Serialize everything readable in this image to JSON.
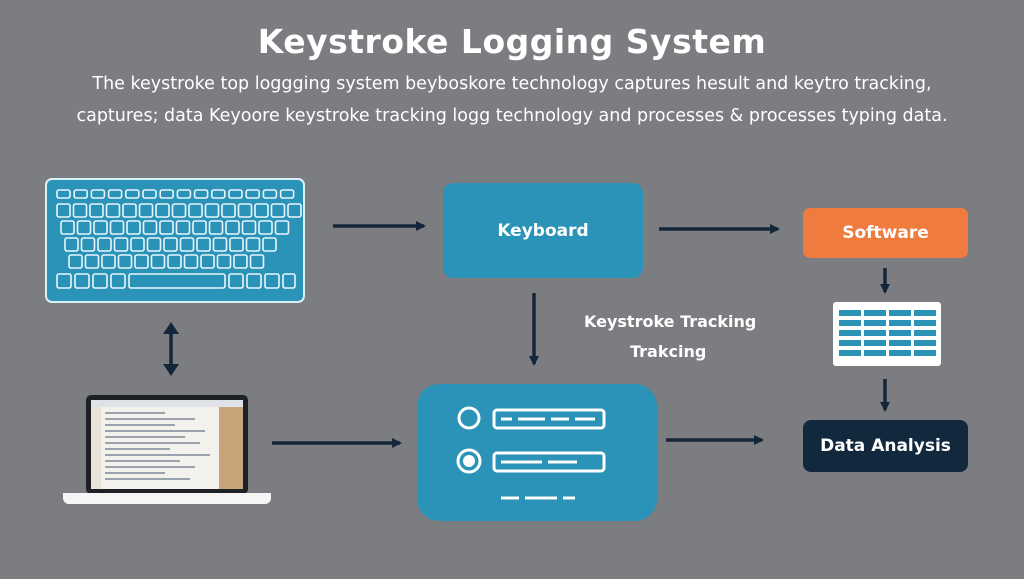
{
  "title": "Keystroke Logging System",
  "subtitle": {
    "line1": "The keystroke top loggging system beyboskore technology captures hesult and keytro tracking,",
    "line2": "captures; data Keyoore keystroke tracking logg technology and processes & processes typing data."
  },
  "nodes": {
    "keyboard": "Keyboard",
    "software": "Software",
    "data_analysis": "Data Analysis",
    "tracking_label_1": "Keystroke Tracking",
    "tracking_label_2": "Trakcing"
  },
  "icons": {
    "keyboard_device": "keyboard-icon",
    "laptop": "laptop-icon",
    "table": "spreadsheet-icon",
    "form": "form-icon"
  },
  "colors": {
    "background": "#7b7d80",
    "teal": "#2a93b7",
    "orange": "#f07b3f",
    "navy": "#12283d",
    "arrow": "#14263a"
  }
}
